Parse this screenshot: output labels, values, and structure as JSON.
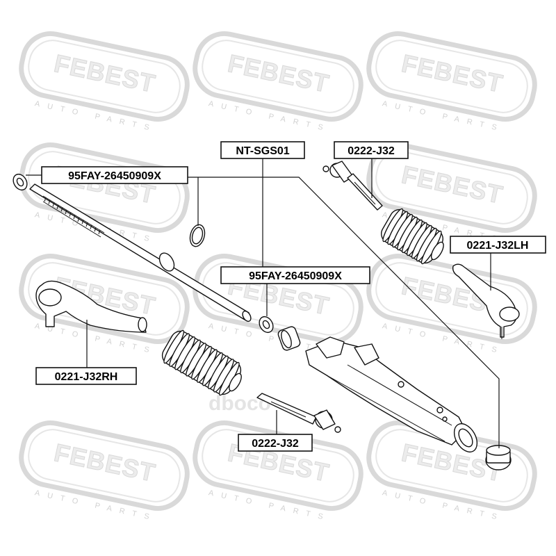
{
  "watermark": {
    "brand": "FEBEST",
    "tagline": "AUTO PARTS"
  },
  "store_logo": "dboco",
  "labels": {
    "kit_top": "NT-SGS01",
    "boot_kit_upper": "95FAY-26450909X",
    "boot_kit_middle": "95FAY-26450909X",
    "inner_rod_top": "0222-J32",
    "tie_rod_end_left": "0221-J32LH",
    "tie_rod_end_right": "0221-J32RH",
    "inner_rod_bottom": "0222-J32"
  }
}
